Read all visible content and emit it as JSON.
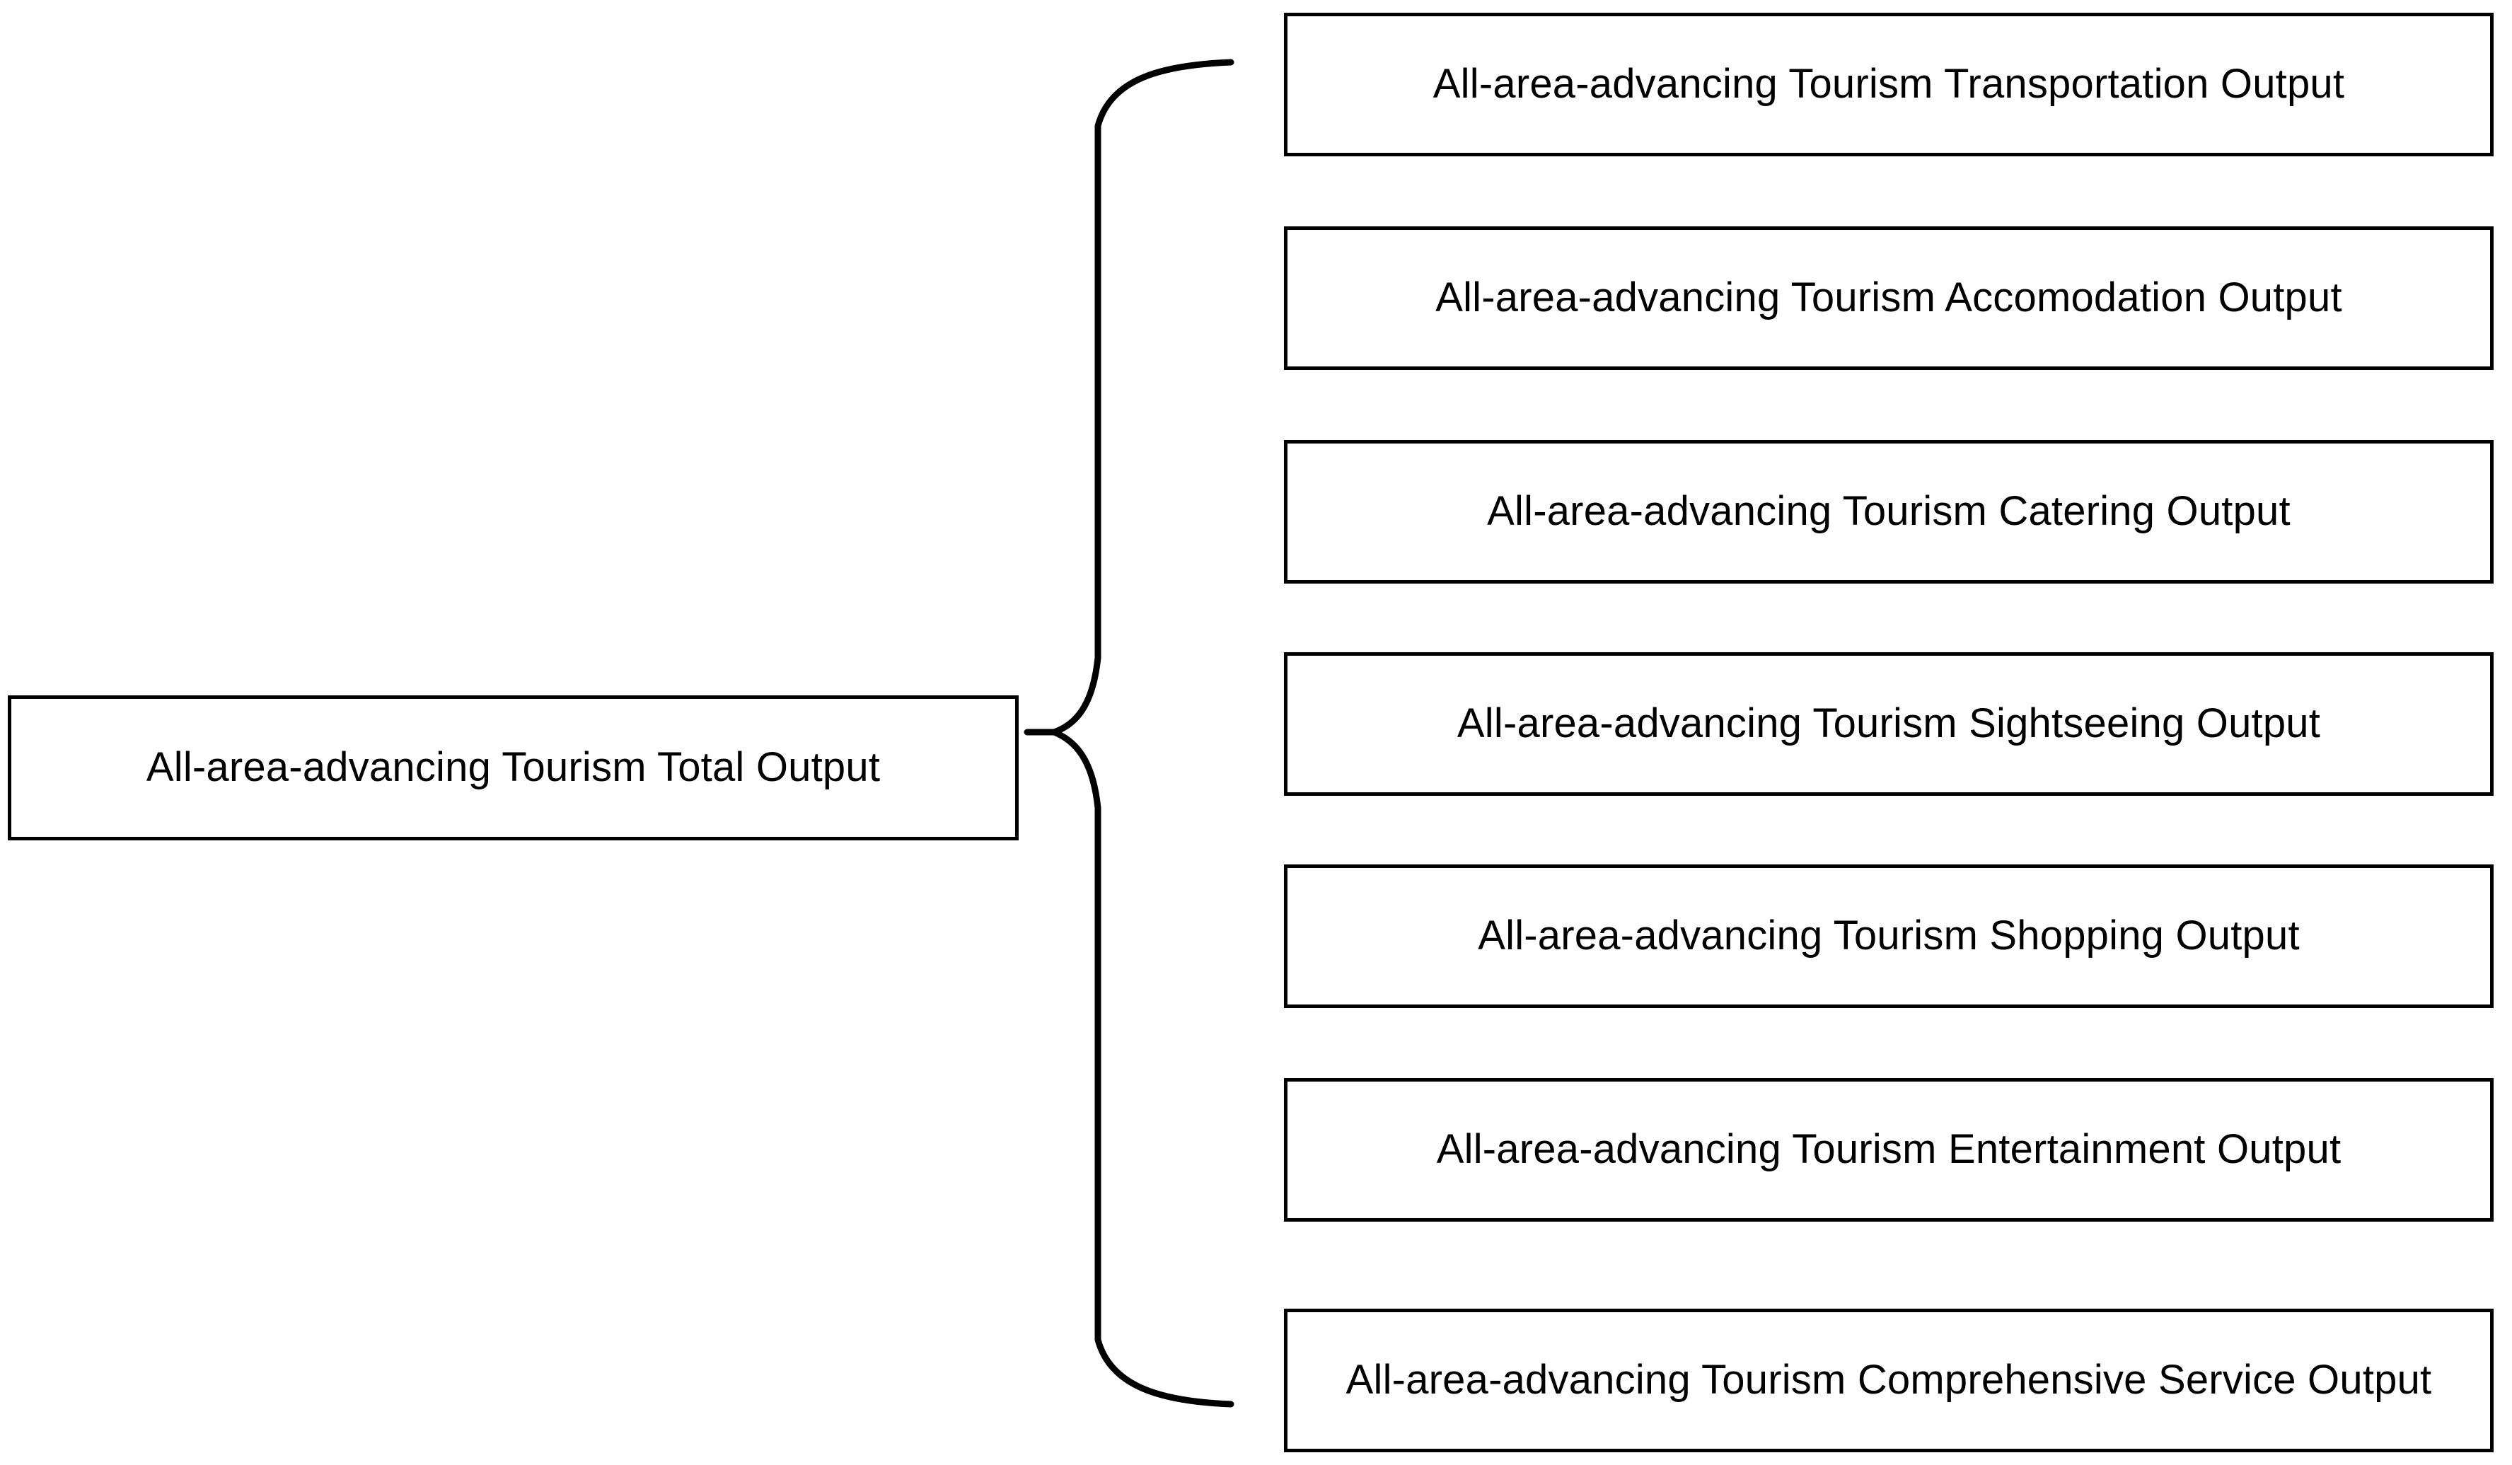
{
  "diagram": {
    "type": "bracket-hierarchy",
    "orientation": "left-to-right",
    "background_color": "#ffffff",
    "line_color": "#000000",
    "text_color": "#000000",
    "connector": {
      "name": "curly-brace",
      "glyph": "{",
      "direction": "left"
    },
    "root": {
      "label": "All-area-advancing Tourism Total Output"
    },
    "children": [
      {
        "label": "All-area-advancing Tourism Transportation Output"
      },
      {
        "label": "All-area-advancing Tourism Accomodation Output"
      },
      {
        "label": "All-area-advancing Tourism Catering Output"
      },
      {
        "label": "All-area-advancing Tourism Sightseeing Output"
      },
      {
        "label": "All-area-advancing Tourism Shopping Output"
      },
      {
        "label": "All-area-advancing Tourism Entertainment Output"
      },
      {
        "label": "All-area-advancing Tourism Comprehensive Service Output"
      }
    ]
  }
}
